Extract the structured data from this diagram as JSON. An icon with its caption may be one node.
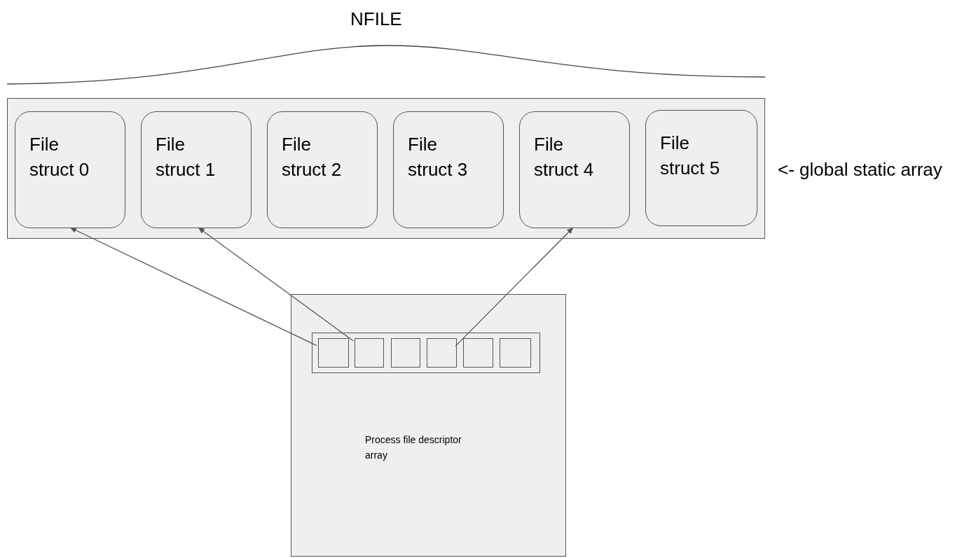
{
  "diagram": {
    "nodes": [
      {
        "text": [],
        "shape": "box"
      },
      {
        "text": [
          "File struct 0"
        ],
        "in": 0
      },
      {
        "text": [
          "File struct 1"
        ],
        "in": 0
      },
      {
        "text": [
          "File struct 2"
        ],
        "in": 0
      },
      {
        "text": [
          "File struct 3"
        ],
        "in": 0
      },
      {
        "text": [
          "File struct 4"
        ],
        "in": 0
      },
      {
        "text": [
          "File struct 5"
        ],
        "in": 0
      },
      {
        "text": [
          "Process file descriptor array"
        ]
      },
      {
        "text": [],
        "shape": "box",
        "in": 7
      },
      {
        "text": [],
        "shape": "box",
        "in": 8
      },
      {
        "text": [],
        "shape": "box",
        "in": 8
      },
      {
        "text": [],
        "shape": "box",
        "in": 8
      },
      {
        "text": [],
        "shape": "box",
        "in": 8
      },
      {
        "text": [],
        "shape": "box",
        "in": 8
      },
      {
        "text": [],
        "shape": "box",
        "in": 8
      }
    ],
    "edges": [
      {
        "from": 9,
        "to": 1,
        "arrow": "to"
      },
      {
        "from": 10,
        "to": 2,
        "arrow": "to"
      },
      {
        "from": 12,
        "to": 5,
        "arrow": "to"
      }
    ],
    "labels": [
      "NFILE",
      "<- global static array"
    ]
  }
}
